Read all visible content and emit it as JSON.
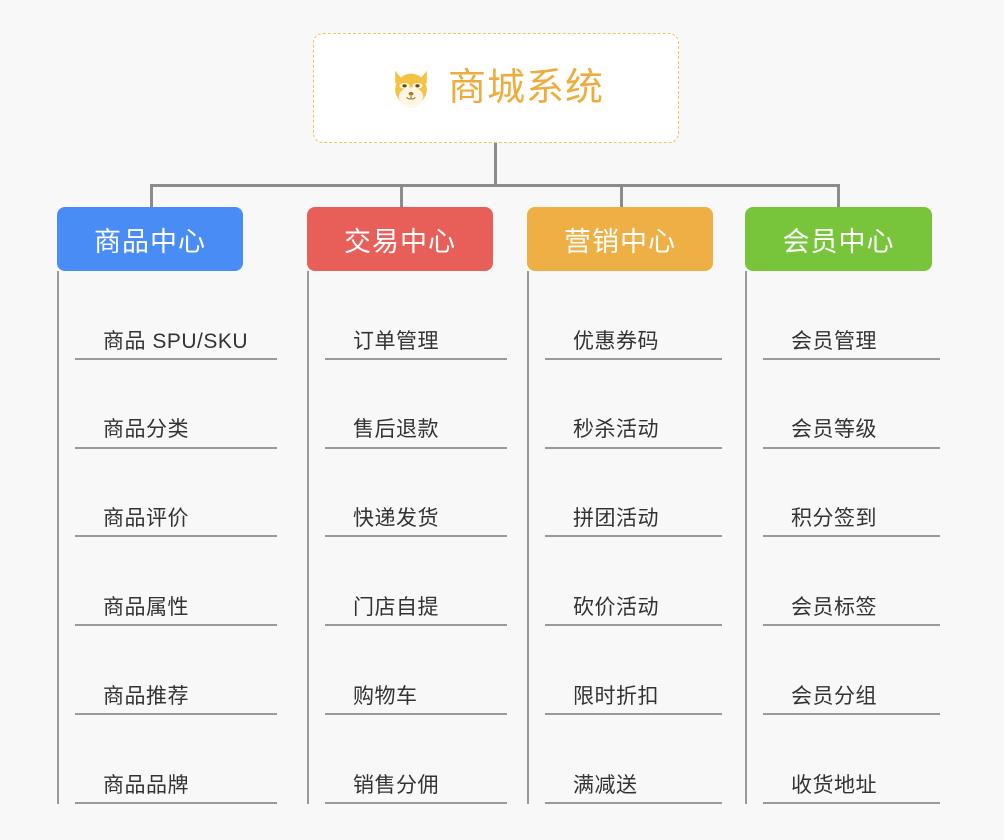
{
  "root": {
    "title": "商城系统",
    "icon": "shiba-dog-emoji",
    "border_color": "#f0c269",
    "text_color": "#edad3e",
    "background": "#ffffff"
  },
  "canvas": {
    "background": "#f8f8f8",
    "connector_color": "#8c8c8c",
    "rule_color": "#9a9a9a"
  },
  "columns": [
    {
      "id": "product-center",
      "label": "商品中心",
      "color": "#4a8cf5",
      "items": [
        "商品 SPU/SKU",
        "商品分类",
        "商品评价",
        "商品属性",
        "商品推荐",
        "商品品牌"
      ]
    },
    {
      "id": "trade-center",
      "label": "交易中心",
      "color": "#e85f5a",
      "items": [
        "订单管理",
        "售后退款",
        "快递发货",
        "门店自提",
        "购物车",
        "销售分佣"
      ]
    },
    {
      "id": "marketing-center",
      "label": "营销中心",
      "color": "#eeb045",
      "items": [
        "优惠券码",
        "秒杀活动",
        "拼团活动",
        "砍价活动",
        "限时折扣",
        "满减送"
      ]
    },
    {
      "id": "member-center",
      "label": "会员中心",
      "color": "#78c53c",
      "items": [
        "会员管理",
        "会员等级",
        "积分签到",
        "会员标签",
        "会员分组",
        "收货地址"
      ]
    }
  ]
}
